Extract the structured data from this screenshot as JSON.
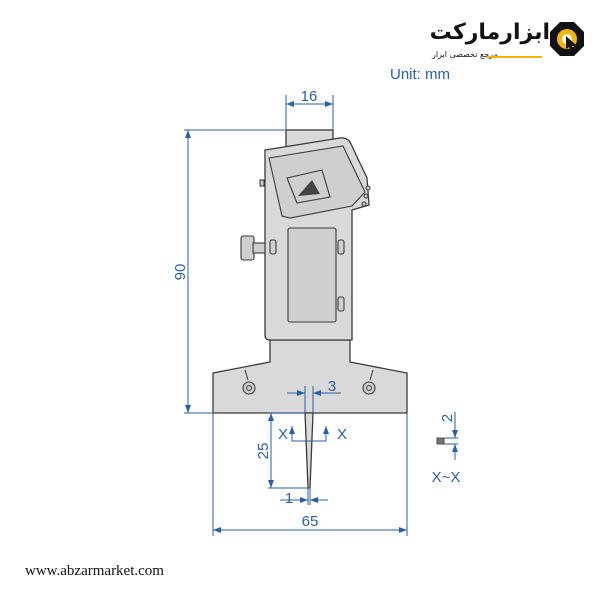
{
  "logo": {
    "text": "ابزارمارکت",
    "tagline": "مرجع تخصصی ابزار",
    "accent": "#f2b705"
  },
  "unit_label": "Unit: mm",
  "website": "www.abzarmarket.com",
  "dimensions": {
    "stem_width": "16",
    "height": "90",
    "probe_width": "3",
    "probe_length": "25",
    "probe_tip": "1",
    "base_width": "65",
    "section_thickness": "2",
    "section_mark_left": "X",
    "section_mark_right": "X",
    "section_label": "X~X"
  },
  "colors": {
    "dimension": "#2b5fa8",
    "body": "#d9d9d9",
    "outline": "#3a3a3a"
  }
}
